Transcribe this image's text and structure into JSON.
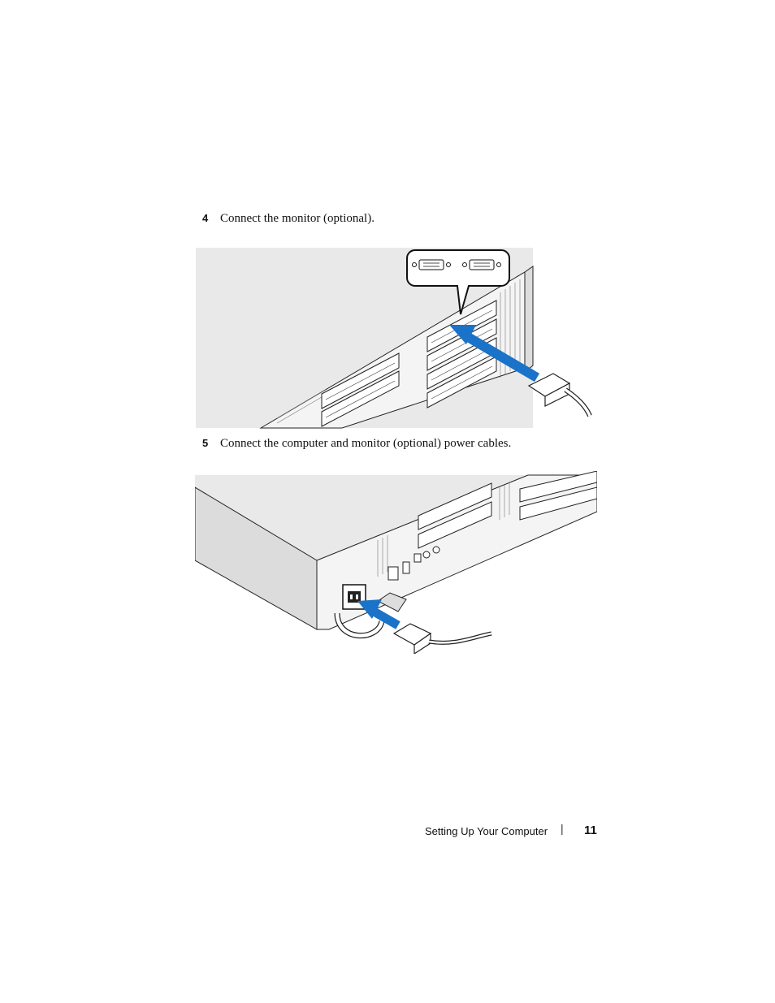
{
  "steps": [
    {
      "number": "4",
      "text": "Connect the monitor (optional)."
    },
    {
      "number": "5",
      "text": "Connect the computer and monitor (optional) power cables."
    }
  ],
  "footer": {
    "section_title": "Setting Up Your Computer",
    "separator": "|",
    "page_number": "11"
  },
  "figures": {
    "monitor_connection": {
      "arrow_color": "#1a73c8",
      "chassis_color": "#e8e8e8"
    },
    "power_connection": {
      "arrow_color": "#1a73c8",
      "chassis_color": "#e8e8e8"
    }
  }
}
